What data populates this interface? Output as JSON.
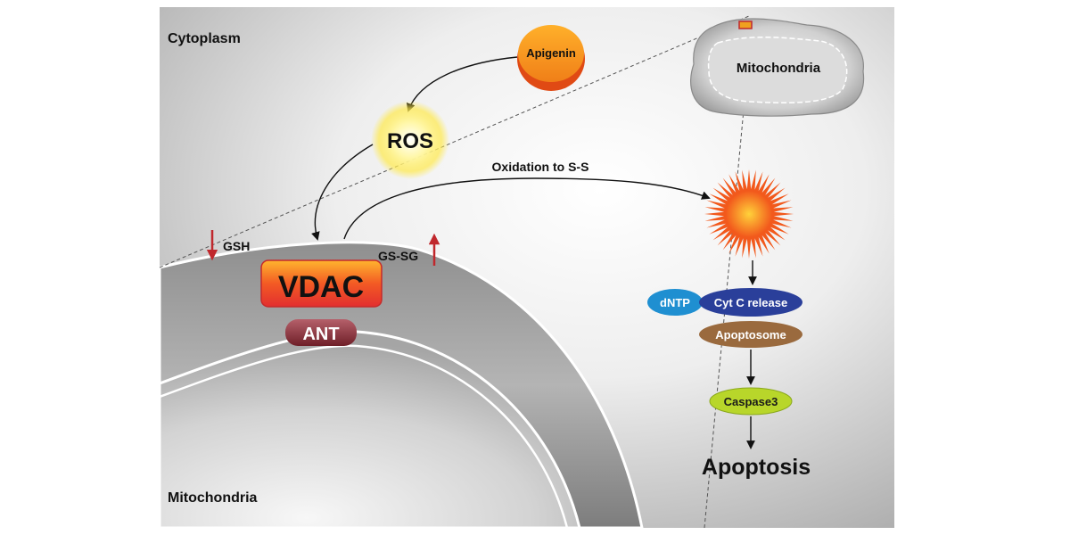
{
  "labels": {
    "cytoplasm": "Cytoplasm",
    "mitochondria_bottom": "Mitochondria",
    "mitochondria_inset": "Mitochondria",
    "apigenin": "Apigenin",
    "ros": "ROS",
    "oxidation": "Oxidation to S-S",
    "gsh": "GSH",
    "gssg": "GS-SG",
    "vdac": "VDAC",
    "ant": "ANT",
    "dntp": "dNTP",
    "cytc": "Cyt C release",
    "apoptosome": "Apoptosome",
    "caspase3": "Caspase3",
    "apoptosis": "Apoptosis"
  },
  "colors": {
    "decrease_arrow": "#c0282d",
    "increase_arrow": "#c0282d",
    "dntp": "#1f8fd1",
    "cytc": "#2a3f9a",
    "apoptosome": "#9a6a3e",
    "caspase3": "#b8d62a"
  }
}
